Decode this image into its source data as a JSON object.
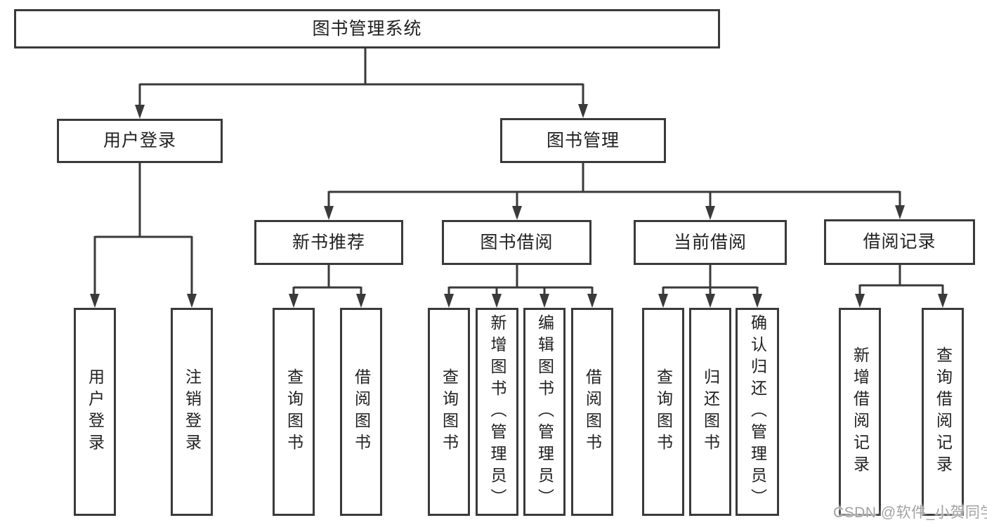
{
  "diagram": {
    "title": "图书管理系统",
    "branches": [
      {
        "label": "用户登录",
        "children": [
          {
            "label": "用户登录"
          },
          {
            "label": "注销登录"
          }
        ]
      },
      {
        "label": "图书管理",
        "children": [
          {
            "label": "新书推荐",
            "children": [
              {
                "label": "查询图书"
              },
              {
                "label": "借阅图书"
              }
            ]
          },
          {
            "label": "图书借阅",
            "children": [
              {
                "label": "查询图书"
              },
              {
                "label": "新增图书（管理员）"
              },
              {
                "label": "编辑图书（管理员）"
              },
              {
                "label": "借阅图书"
              }
            ]
          },
          {
            "label": "当前借阅",
            "children": [
              {
                "label": "查询图书"
              },
              {
                "label": "归还图书"
              },
              {
                "label": "确认归还（管理员）"
              }
            ]
          },
          {
            "label": "借阅记录",
            "children": [
              {
                "label": "新增借阅记录"
              },
              {
                "label": "查询借阅记录"
              }
            ]
          }
        ]
      }
    ]
  },
  "watermark": {
    "text": "CSDN @软件_小贺同学"
  },
  "colors": {
    "line": "#3a3a3a",
    "box_border": "#3a3a3a",
    "box_fill": "#ffffff",
    "text": "#212121",
    "watermark": "#a2a2a2",
    "background": "#ffffff"
  }
}
